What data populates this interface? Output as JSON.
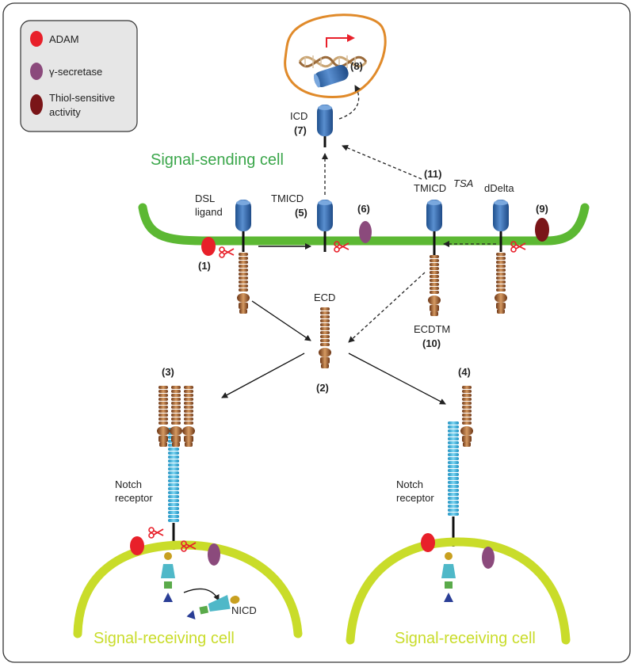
{
  "legend": {
    "adam": "ADAM",
    "gamma": "γ-secretase",
    "thiol_line1": "Thiol-sensitive",
    "thiol_line2": "activity"
  },
  "labels": {
    "signal_sending_cell": "Signal-sending cell",
    "signal_receiving_cell_left": "Signal-receiving cell",
    "signal_receiving_cell_right": "Signal-receiving cell",
    "icd": "ICD",
    "icd_num": "(7)",
    "nucleus_num": "(8)",
    "dsl_line1": "DSL",
    "dsl_line2": "ligand",
    "tmicd": "TMICD",
    "tmicd_num": "(5)",
    "n6": "(6)",
    "n11": "(11)",
    "tmicd_tsa": "TMICD",
    "tsa": "TSA",
    "ddelta": "dDelta",
    "n9": "(9)",
    "n1": "(1)",
    "ecd": "ECD",
    "ecdtm": "ECDTM",
    "n10": "(10)",
    "n2": "(2)",
    "n3": "(3)",
    "n4": "(4)",
    "notch_left_1": "Notch",
    "notch_left_2": "receptor",
    "notch_right_1": "Notch",
    "notch_right_2": "receptor",
    "nicd": "NICD"
  },
  "colors": {
    "adam": "#e8202a",
    "gamma": "#8b4a7c",
    "thiol": "#7a1518",
    "sending_membrane": "#5cb833",
    "receiving_membrane": "#c9dc2a",
    "ligand_blue": "#2e63a6",
    "ecd_brown": "#8a4a22",
    "notch_cyan": "#2aa9d8",
    "nucleus_ring": "#e08a2a"
  }
}
